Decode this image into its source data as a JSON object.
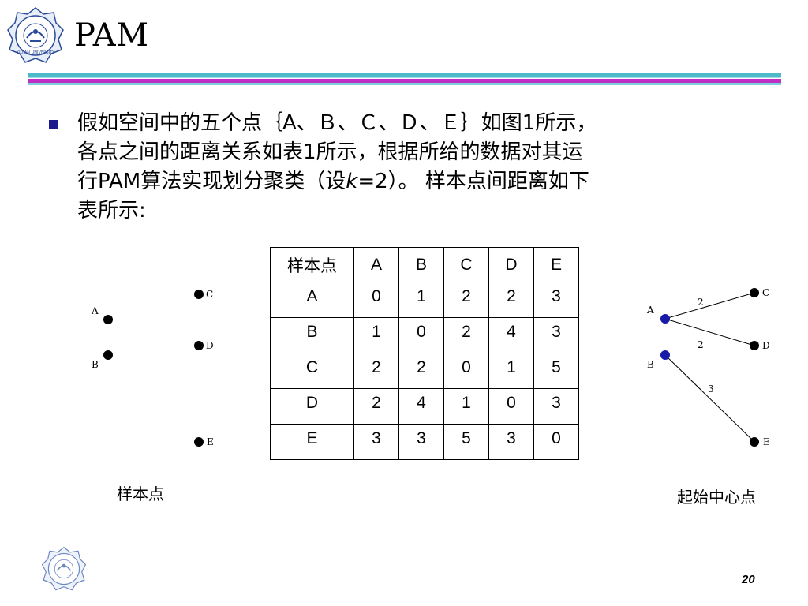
{
  "slide": {
    "title": "PAM",
    "page_number": "20",
    "logo_text": "XIDIAN UNIVERSITY"
  },
  "paragraph": {
    "line1": "假如空间中的五个点｛A、Ｂ、Ｃ、Ｄ、Ｅ｝如图1所示，",
    "line2": "各点之间的距离关系如表1所示，根据所给的数据对其运",
    "line3_a": "行PAM算法实现划分聚类（设",
    "line3_k": "k",
    "line3_b": "=2）。 样本点间距离如下",
    "line4": "表所示:"
  },
  "table": {
    "headers": [
      "样本点",
      "A",
      "B",
      "C",
      "D",
      "E"
    ],
    "rows": [
      [
        "A",
        "0",
        "1",
        "2",
        "2",
        "3"
      ],
      [
        "B",
        "1",
        "0",
        "2",
        "4",
        "3"
      ],
      [
        "C",
        "2",
        "2",
        "0",
        "1",
        "5"
      ],
      [
        "D",
        "2",
        "4",
        "1",
        "0",
        "3"
      ],
      [
        "E",
        "3",
        "3",
        "5",
        "3",
        "0"
      ]
    ]
  },
  "left_figure": {
    "caption": "样本点",
    "labels": {
      "A": "A",
      "B": "B",
      "C": "C",
      "D": "D",
      "E": "E"
    }
  },
  "right_figure": {
    "caption": "起始中心点",
    "labels": {
      "A": "A",
      "B": "B",
      "C": "C",
      "D": "D",
      "E": "E"
    },
    "edge_labels": {
      "AC": "2",
      "AD": "2",
      "BE": "3"
    },
    "center_color": "#1a1aa8"
  }
}
